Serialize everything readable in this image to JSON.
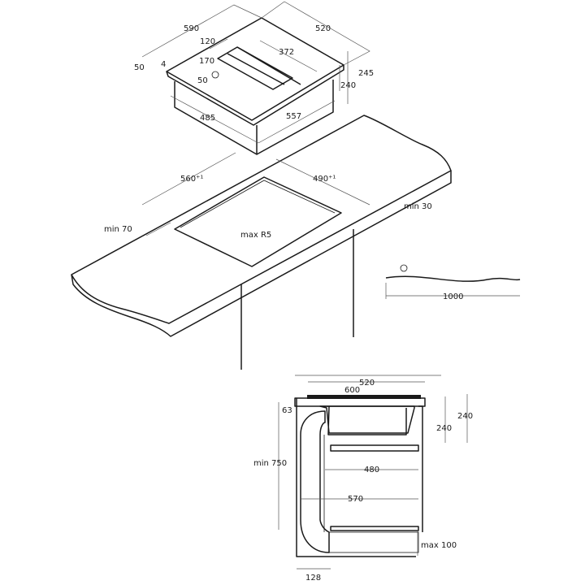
{
  "hob": {
    "width": "590",
    "depth": "520",
    "zone_offset": "120",
    "vent_length": "372",
    "zone_width": "170",
    "edge_left": "50",
    "edge_gap": "4",
    "edge_front": "50",
    "height_total": "245",
    "height_body": "240",
    "body_width": "485",
    "body_depth": "557"
  },
  "countertop": {
    "cutout_width": "560⁺¹",
    "cutout_depth": "490⁺¹",
    "min_front": "min 70",
    "radius": "max R5",
    "min_thickness": "min 30"
  },
  "cable": {
    "length": "1000"
  },
  "section": {
    "cabinet_width": "600",
    "hob_width": "520",
    "top_gap": "63",
    "min_height": "min 750",
    "depth_inner": "480",
    "depth_outer": "570",
    "height_a": "240",
    "height_b": "240",
    "plinth": "max 100",
    "duct": "128"
  }
}
